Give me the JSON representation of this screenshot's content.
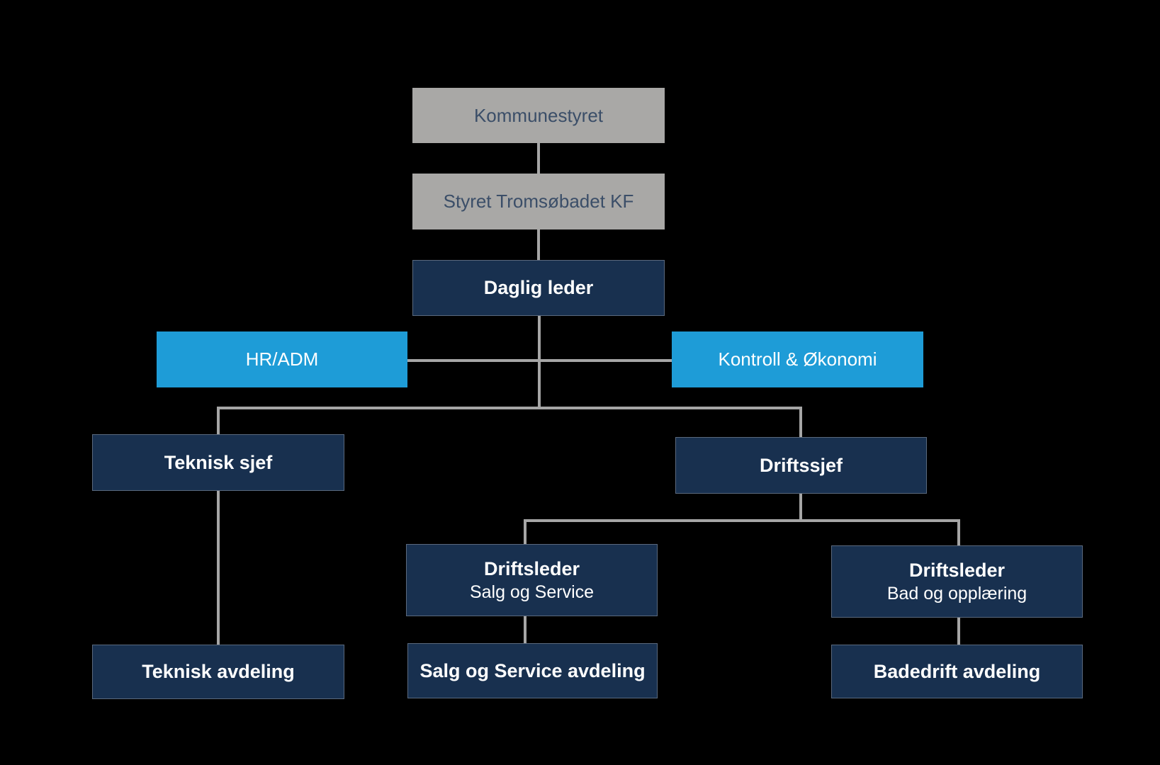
{
  "diagram": {
    "type": "org-chart",
    "organization": "Tromsøbadet KF",
    "colors": {
      "background": "#000000",
      "box_gray": "#a9a8a6",
      "box_navy": "#18304f",
      "box_blue": "#1e9cd7",
      "text_navy": "#3b4e68",
      "text_white": "#ffffff",
      "connector": "#a6a6a6"
    },
    "nodes": {
      "kommunestyret": {
        "label": "Kommunestyret"
      },
      "styret": {
        "label": "Styret Tromsøbadet KF"
      },
      "daglig_leder": {
        "label": "Daglig leder"
      },
      "hr_adm": {
        "label": "HR/ADM"
      },
      "kontroll_okonomi": {
        "label": "Kontroll & Økonomi"
      },
      "teknisk_sjef": {
        "label": "Teknisk sjef"
      },
      "driftssjef": {
        "label": "Driftssjef"
      },
      "driftsleder_salg": {
        "label": "Driftsleder",
        "sublabel": "Salg og Service"
      },
      "driftsleder_bad": {
        "label": "Driftsleder",
        "sublabel": "Bad og opplæring"
      },
      "teknisk_avdeling": {
        "label": "Teknisk avdeling"
      },
      "salg_service_avdeling": {
        "label": "Salg og Service avdeling"
      },
      "badedrift_avdeling": {
        "label": "Badedrift avdeling"
      }
    },
    "edges": [
      {
        "from": "kommunestyret",
        "to": "styret"
      },
      {
        "from": "styret",
        "to": "daglig_leder"
      },
      {
        "from": "daglig_leder",
        "to": "hr_adm"
      },
      {
        "from": "daglig_leder",
        "to": "kontroll_okonomi"
      },
      {
        "from": "daglig_leder",
        "to": "teknisk_sjef"
      },
      {
        "from": "daglig_leder",
        "to": "driftssjef"
      },
      {
        "from": "teknisk_sjef",
        "to": "teknisk_avdeling"
      },
      {
        "from": "driftssjef",
        "to": "driftsleder_salg"
      },
      {
        "from": "driftssjef",
        "to": "driftsleder_bad"
      },
      {
        "from": "driftsleder_salg",
        "to": "salg_service_avdeling"
      },
      {
        "from": "driftsleder_bad",
        "to": "badedrift_avdeling"
      }
    ]
  }
}
